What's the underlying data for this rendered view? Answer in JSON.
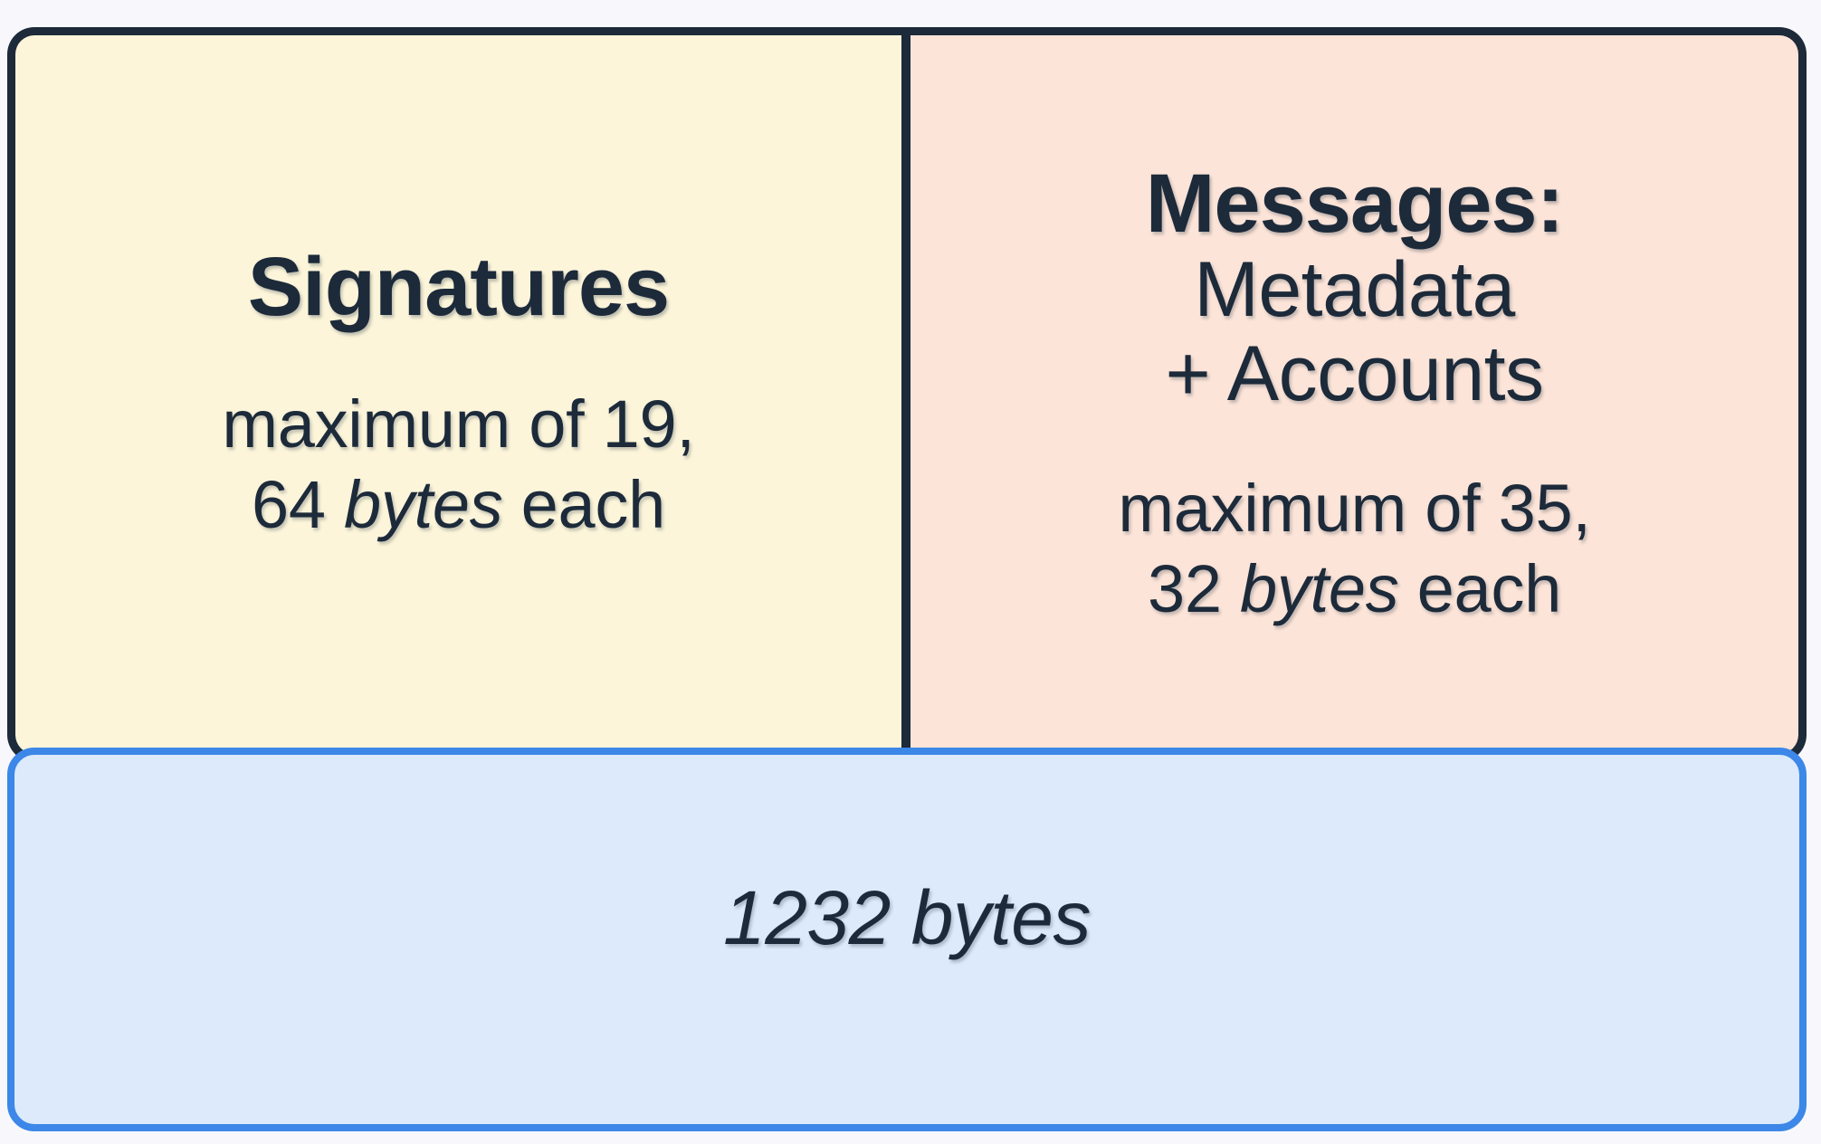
{
  "diagram": {
    "name": "transaction-size-breakdown",
    "background_color": "#f8f8fc",
    "border_color_dark": "#1c2a3a",
    "text_color": "#1c2a3a"
  },
  "signatures_panel": {
    "title": "Signatures",
    "detail_line1": "maximum of 19,",
    "detail_line2_number": "64 ",
    "detail_line2_unit": "bytes",
    "detail_line2_suffix": " each",
    "fill_color": "#fcf5da"
  },
  "messages_panel": {
    "title": "Messages:",
    "subtitle_line1": "Metadata",
    "subtitle_line2": "+ Accounts",
    "detail_line1": "maximum of 35,",
    "detail_line2_number": "32 ",
    "detail_line2_unit": "bytes",
    "detail_line2_suffix": " each",
    "fill_color": "#fce4d8"
  },
  "total_bar": {
    "label": "1232 bytes",
    "fill_color": "#dceafb",
    "border_color": "#3c87e8"
  }
}
